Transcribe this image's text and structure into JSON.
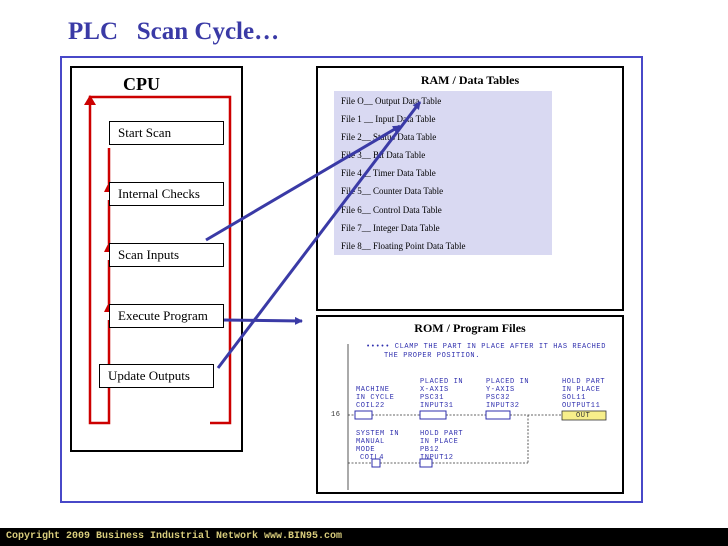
{
  "title": "PLC   Scan Cycle…",
  "cpu": {
    "label": "CPU",
    "steps": [
      "Start Scan",
      "Internal Checks",
      "Scan Inputs",
      "Execute Program",
      "Update Outputs"
    ]
  },
  "ram": {
    "title": "RAM / Data Tables",
    "files": [
      "File O__ Output Data Table",
      "File 1 __ Input Data Table",
      "File 2__ Status Data Table",
      "File 3__ Bit Data Table",
      "File 4__ Timer  Data Table",
      "File 5__ Counter Data Table",
      "File 6__ Control Data Table",
      "File 7__ Integer Data Table",
      "File 8__ Floating Point  Data Table"
    ]
  },
  "rom": {
    "title": "ROM / Program Files",
    "comment_line1": "••••• CLAMP THE PART IN PLACE AFTER IT HAS REACHED",
    "comment_line2": "THE PROPER POSITION.",
    "rung16": {
      "number": "16",
      "col1": [
        "MACHINE",
        "IN CYCLE",
        "COIL22"
      ],
      "col2": [
        "PLACED IN",
        "X-AXIS",
        "PSC31",
        "INPUT31"
      ],
      "col3": [
        "PLACED IN",
        "Y-AXIS",
        "PSC32",
        "INPUT32"
      ],
      "col4": [
        "HOLD PART",
        "IN PLACE",
        "SOL11",
        "OUTPUT11"
      ],
      "out_label": "OUT"
    },
    "branch": {
      "col1": [
        "SYSTEM IN",
        "MANUAL",
        "MODE",
        "COIL4"
      ],
      "col2": [
        "HOLD PART",
        "IN PLACE",
        "PB12",
        "INPUT12"
      ]
    }
  },
  "footer": "Copyright 2009 Business Industrial Network www.BIN95.com",
  "colors": {
    "title": "#3a3aa6",
    "outer_border": "#4848c8",
    "ram_fill": "#d9d9f2",
    "arrow": "#3a3aa6",
    "cycle_line": "#cc0000",
    "ladder_text": "#2f2fae",
    "footer_bg": "#000000",
    "footer_text": "#d8cc7c"
  }
}
